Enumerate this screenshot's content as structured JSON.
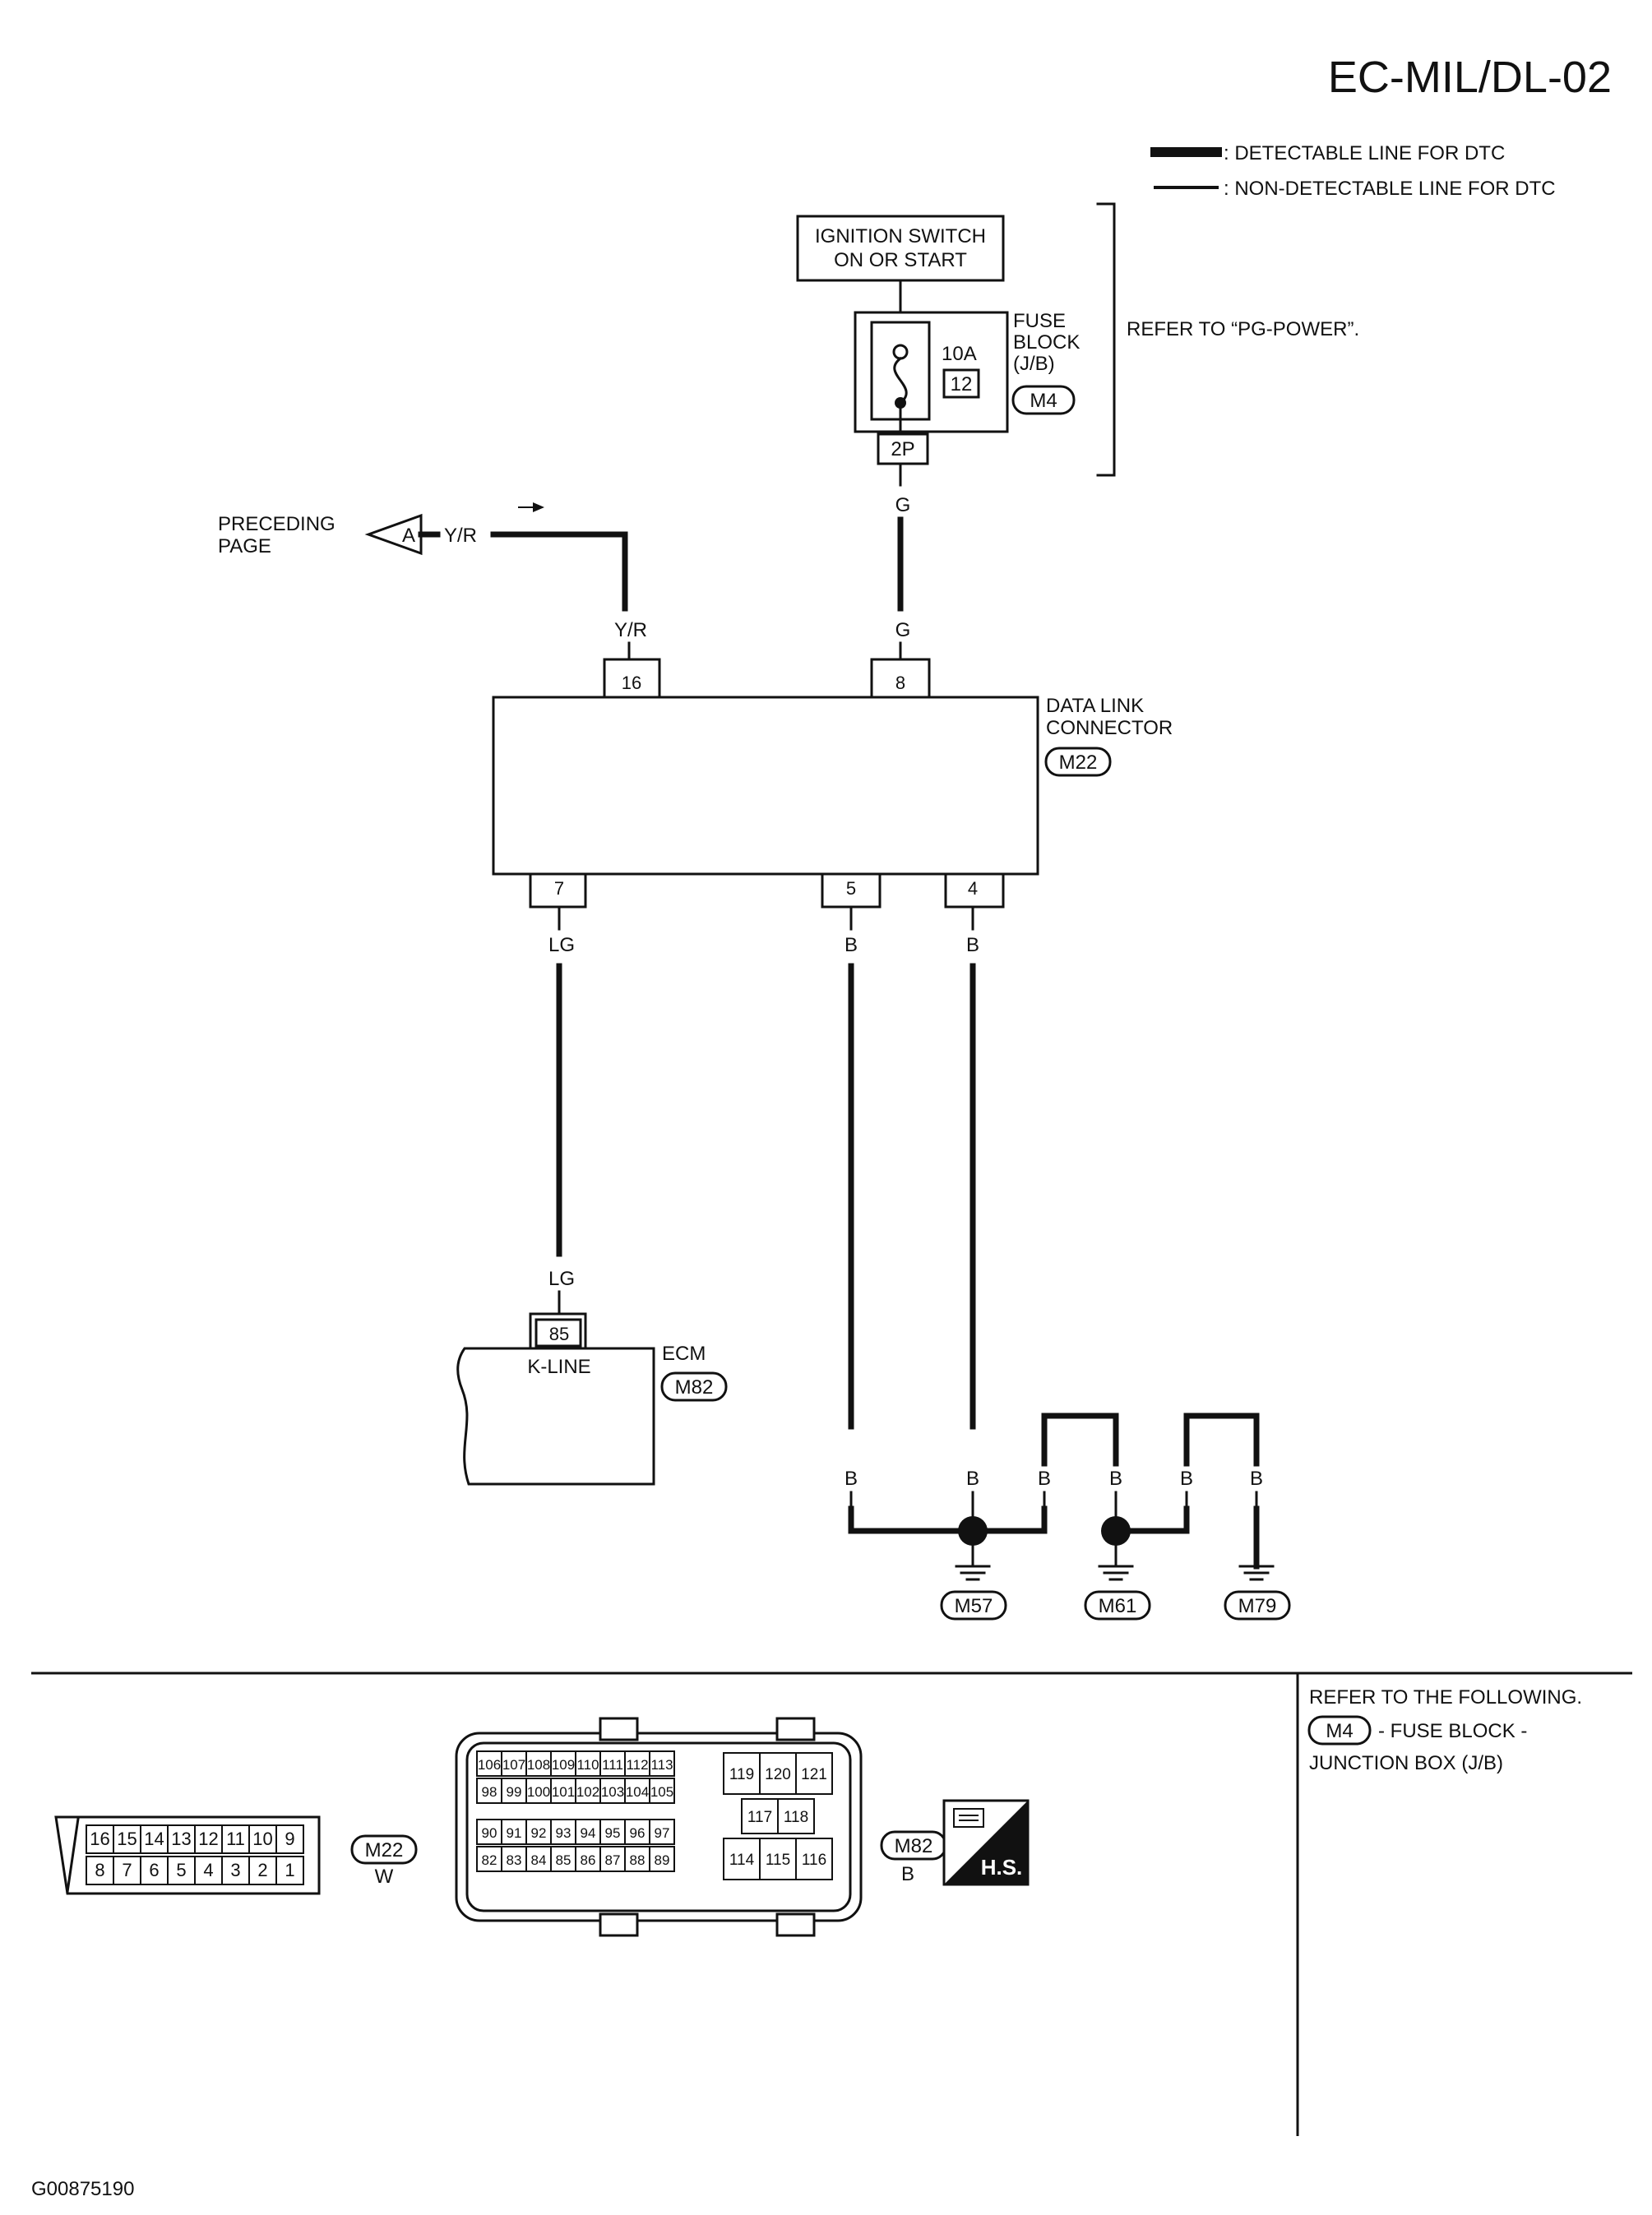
{
  "page": {
    "code": "EC-MIL/DL-02",
    "figure_id": "G00875190"
  },
  "legend": {
    "detectable": ": DETECTABLE LINE FOR DTC",
    "non_detectable": ": NON-DETECTABLE LINE FOR DTC"
  },
  "power": {
    "ignition_line1": "IGNITION SWITCH",
    "ignition_line2": "ON OR START",
    "fuse_line1": "FUSE",
    "fuse_line2": "BLOCK",
    "fuse_line3": "(J/B)",
    "fuse_connector": "M4",
    "fuse_rating": "10A",
    "fuse_number": "12",
    "fuse_output": "2P",
    "refer_text": "REFER TO “PG-POWER”."
  },
  "preceding": {
    "line1": "PRECEDING",
    "line2": "PAGE",
    "marker": "A",
    "wire_color": "Y/R"
  },
  "wires": {
    "yr": "Y/R",
    "g": "G",
    "lg": "LG",
    "b": "B"
  },
  "dlc": {
    "line1": "DATA LINK",
    "line2": "CONNECTOR",
    "connector": "M22",
    "pin16": "16",
    "pin8": "8",
    "pin7": "7",
    "pin5": "5",
    "pin4": "4"
  },
  "ecm": {
    "label": "ECM",
    "connector": "M82",
    "pin": "85",
    "pin_label": "K-LINE"
  },
  "grounds": {
    "m57": "M57",
    "m61": "M61",
    "m79": "M79"
  },
  "connector_views": {
    "m22_code": "M22",
    "m22_color": "W",
    "m22_top": [
      "16",
      "15",
      "14",
      "13",
      "12",
      "11",
      "10",
      "9"
    ],
    "m22_bottom": [
      "8",
      "7",
      "6",
      "5",
      "4",
      "3",
      "2",
      "1"
    ],
    "m82_code": "M82",
    "m82_color": "B",
    "m82_rows": [
      [
        "106",
        "107",
        "108",
        "109",
        "110",
        "111",
        "112",
        "113"
      ],
      [
        "98",
        "99",
        "100",
        "101",
        "102",
        "103",
        "104",
        "105"
      ],
      [
        "90",
        "91",
        "92",
        "93",
        "94",
        "95",
        "96",
        "97"
      ],
      [
        "82",
        "83",
        "84",
        "85",
        "86",
        "87",
        "88",
        "89"
      ]
    ],
    "m82_right_top": [
      "119",
      "120",
      "121"
    ],
    "m82_right_mid": [
      "117",
      "118"
    ],
    "m82_right_bottom": [
      "114",
      "115",
      "116"
    ],
    "hs_label": "H.S."
  },
  "refer_following": {
    "title": "REFER TO THE FOLLOWING.",
    "connector": "M4",
    "line1": "- FUSE BLOCK -",
    "line2": "JUNCTION BOX (J/B)"
  }
}
